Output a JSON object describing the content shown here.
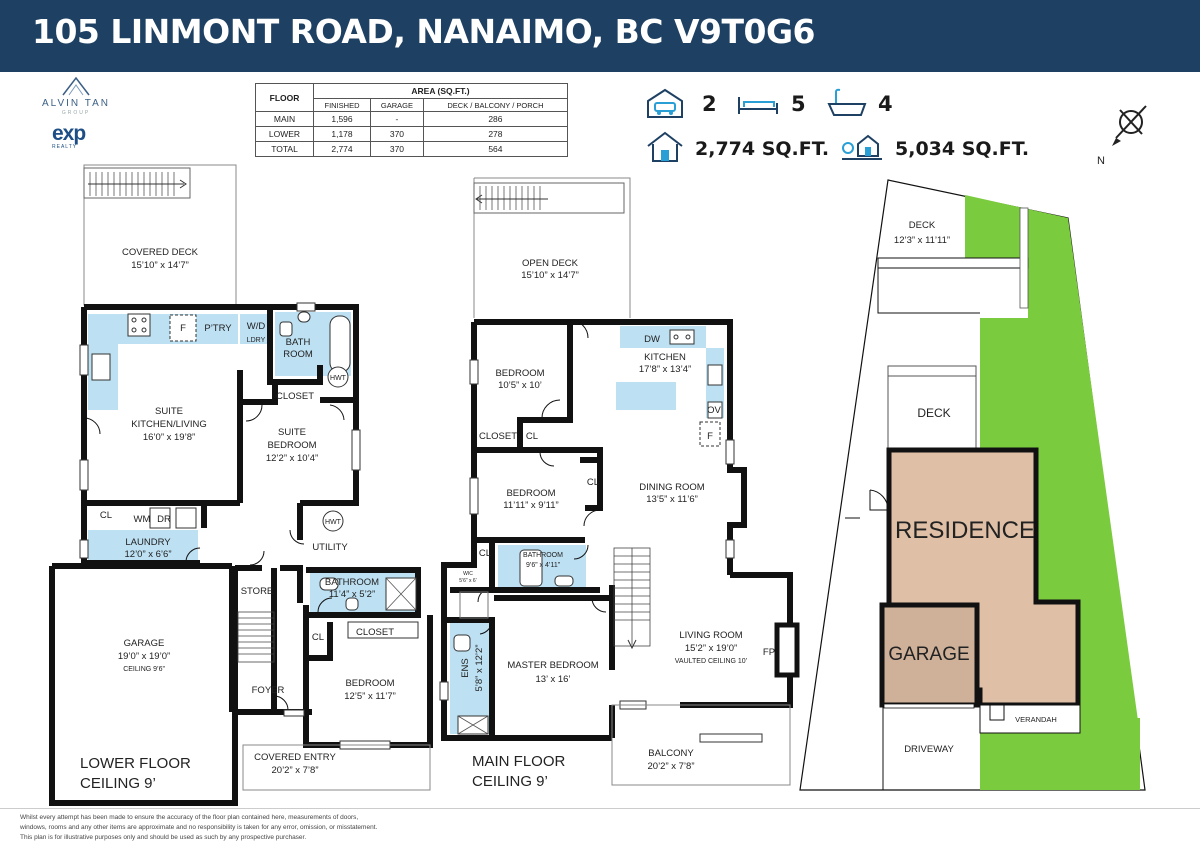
{
  "header": {
    "title": "105 LINMONT ROAD, NANAIMO, BC V9T0G6",
    "background": "#1d4063"
  },
  "logo": {
    "name": "ALVIN TAN",
    "group": "GROUP",
    "brand": "exp",
    "sub": "REALTY"
  },
  "area_table": {
    "floor_header": "FLOOR",
    "area_header": "AREA (SQ.FT.)",
    "columns": [
      "FINISHED",
      "GARAGE",
      "DECK / BALCONY / PORCH"
    ],
    "rows": [
      {
        "floor": "MAIN",
        "finished": "1,596",
        "garage": "-",
        "deck": "286"
      },
      {
        "floor": "LOWER",
        "finished": "1,178",
        "garage": "370",
        "deck": "278"
      },
      {
        "floor": "TOTAL",
        "finished": "2,774",
        "garage": "370",
        "deck": "564"
      }
    ]
  },
  "stats": {
    "garage": "2",
    "bedrooms": "5",
    "bathrooms": "4",
    "interior": "2,774 SQ.FT.",
    "lot": "5,034 SQ.FT.",
    "icons": [
      "garage-icon",
      "bed-icon",
      "bathtub-icon",
      "house-icon",
      "lot-icon"
    ]
  },
  "compass": {
    "label": "N"
  },
  "lower_floor": {
    "title": "LOWER FLOOR",
    "ceiling": "CEILING 9’",
    "rooms": {
      "covered_deck": {
        "name": "COVERED DECK",
        "dim": "15’10” x 14’7”"
      },
      "pantry": "P’TRY",
      "fridge": "F",
      "wd": "W/D",
      "ldry": "LDRY",
      "bath": "BATH",
      "bath2": "ROOM",
      "hwt": "HWT",
      "closet": "CLOSET",
      "suite_living": {
        "name1": "SUITE",
        "name2": "KITCHEN/LIVING",
        "dim": "16’0” x 19’8”"
      },
      "suite_bedroom": {
        "name1": "SUITE",
        "name2": "BEDROOM",
        "dim": "12’2” x 10’4”"
      },
      "cl": "CL",
      "wm": "WM",
      "dr": "DR",
      "laundry": {
        "name": "LAUNDRY",
        "dim": "12’0” x 6’6”"
      },
      "hwt2": "HWT",
      "utility": "UTILITY",
      "store": "STORE",
      "bathroom": {
        "name": "BATHROOM",
        "dim": "11’4” x 5’2”"
      },
      "cl2": "CL",
      "closet2": "CLOSET",
      "garage": {
        "name": "GARAGE",
        "dim": "19’0” x 19’0”",
        "ceiling": "CEILING 9’6”"
      },
      "foyer": "FOYER",
      "bedroom": {
        "name": "BEDROOM",
        "dim": "12’5” x 11’7”"
      },
      "covered_entry": {
        "name": "COVERED ENTRY",
        "dim": "20’2” x 7’8”"
      }
    }
  },
  "main_floor": {
    "title": "MAIN FLOOR",
    "ceiling": "CEILING 9’",
    "rooms": {
      "open_deck": {
        "name": "OPEN DECK",
        "dim": "15’10” x 14’7”"
      },
      "bedroom1": {
        "name": "BEDROOM",
        "dim": "10’5” x 10’"
      },
      "dw": "DW",
      "kitchen": {
        "name": "KITCHEN",
        "dim": "17’8” x 13’4”"
      },
      "ov": "OV",
      "fridge": "F",
      "closet": "CLOSET",
      "cl1": "CL",
      "bedroom2": {
        "name": "BEDROOM",
        "dim": "11’11” x 9’11”"
      },
      "cl2": "CL",
      "dining": {
        "name": "DINING ROOM",
        "dim": "13’5” x 11’6”"
      },
      "cl3": "CL",
      "bathroom": {
        "name": "BATHROOM",
        "dim": "9’6” x 4’11”"
      },
      "wic": {
        "name": "WIC",
        "dim": "5’6” x 6’"
      },
      "ens": {
        "name": "ENS",
        "dim": "5’8” x 12’2”"
      },
      "master": {
        "name": "MASTER BEDROOM",
        "dim": "13’ x 16’"
      },
      "living": {
        "name": "LIVING ROOM",
        "dim": "15’2” x 19’0”",
        "ceiling": "VAULTED CEILING 10’"
      },
      "fp": "FP",
      "balcony": {
        "name": "BALCONY",
        "dim": "20’2” x 7’8”"
      }
    }
  },
  "site_plan": {
    "deck1": {
      "name": "DECK",
      "dim": "12’3” x 11’11”"
    },
    "deck2": "DECK",
    "residence": "RESIDENCE",
    "garage": "GARAGE",
    "verandah": "VERANDAH",
    "driveway": "DRIVEWAY",
    "colors": {
      "lawn": "#7bcb3e",
      "residence": "#dfc0a6",
      "garage": "#cfb199"
    }
  },
  "disclaimer": [
    "Whilst every attempt has been made to ensure the accuracy of the floor plan contained here, measurements of doors,",
    "windows, rooms and any other items are approximate and no responsibility is taken for any error, omission, or misstatement.",
    "This plan is for illustrative purposes only and should be used as such by any prospective purchaser."
  ]
}
